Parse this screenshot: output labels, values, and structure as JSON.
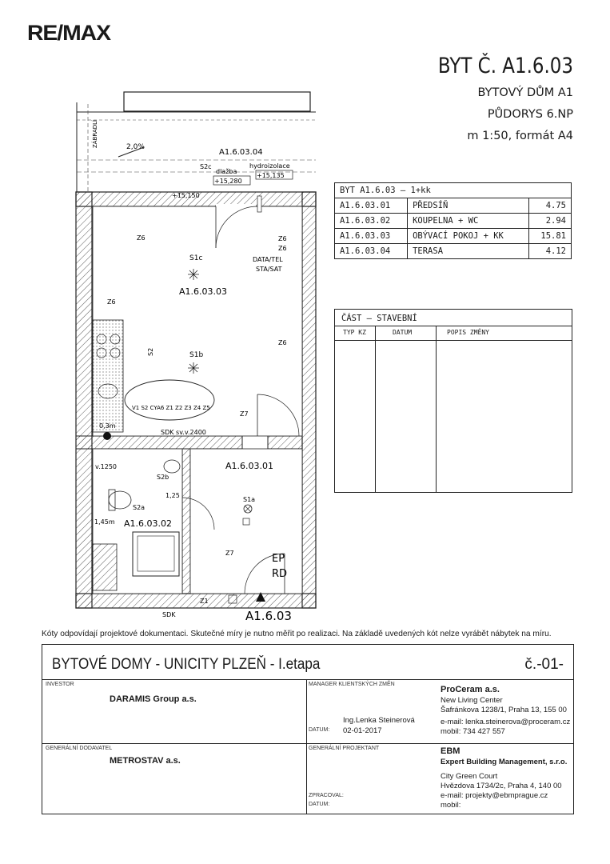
{
  "logo": "RE/MAX",
  "header": {
    "title": "BYT Č. A1.6.03",
    "building": "BYTOVÝ DŮM A1",
    "floor": "PŮDORYS 6.NP",
    "scale": "m 1:50,  formát A4"
  },
  "rooms_table": {
    "title": "BYT A1.6.03 – 1+kk",
    "rows": [
      {
        "code": "A1.6.03.01",
        "name": "PŘEDSÍŇ",
        "area": "4.75"
      },
      {
        "code": "A1.6.03.02",
        "name": "KOUPELNA + WC",
        "area": "2.94"
      },
      {
        "code": "A1.6.03.03",
        "name": "OBÝVACÍ POKOJ + KK",
        "area": "15.81"
      },
      {
        "code": "A1.6.03.04",
        "name": "TERASA",
        "area": "4.12"
      }
    ]
  },
  "changes_panel": {
    "title": "ČÁST – STAVEBNÍ",
    "columns": [
      "TYP KZ",
      "DATUM",
      "POPIS ZMĚNY"
    ]
  },
  "plan_labels": {
    "terrace": "A1.6.03.04",
    "living": "A1.6.03.03",
    "hall": "A1.6.03.01",
    "bath": "A1.6.03.02",
    "unit": "A1.6.03",
    "slope": "2,0%",
    "dlazba": "dlažba",
    "hydroizolace": "hydroizolace",
    "lvl1": "+15,280",
    "lvl2": "+15,135",
    "lvl3": "+15,150",
    "s2c": "S2c",
    "s1c": "S1c",
    "s1b": "S1b",
    "s1a": "S1a",
    "s2": "S2",
    "s2a": "S2a",
    "s2b": "S2b",
    "z6": "Z6",
    "z7": "Z7",
    "z1": "Z1",
    "data": "DATA/TEL",
    "sta": "STA/SAT",
    "sdk": "SDK",
    "sdk_sv": "SDK  sv.v.2400",
    "m03": "0,3m",
    "m145": "1,45m",
    "v1250": "v.1250",
    "h125": "1,25",
    "ep": "EP",
    "rd": "RD",
    "risers": "V1 S2 CYA6 Z1 Z2 Z3 Z4 Z5",
    "railing": "ZÁBRADLÍ"
  },
  "note": "Kóty odpovídají projektové dokumentaci. Skutečné míry je nutno měřit po realizaci. Na základě uvedených kót nelze vyrábět nábytek na míru.",
  "footer": {
    "project": "BYTOVÉ DOMY - UNICITY PLZEŇ - I.etapa",
    "sheet": "č.-01-",
    "investor_label": "INVESTOR",
    "investor": "DARAMIS Group a.s.",
    "manager_label": "MANAGER KLIENTSKÝCH ZMĚN",
    "manager_name": "Ing.Lenka Steinerová",
    "date_label": "DATUM:",
    "date": "02-01-2017",
    "proceram": {
      "name": "ProCeram a.s.",
      "line1": "New Living Center",
      "line2": "Šafránkova 1238/1, Praha 13, 155 00",
      "email": "e-mail:  lenka.steinerova@proceram.cz",
      "mobil": "mobil:   734 427 557"
    },
    "contractor_label": "GENERÁLNÍ DODAVATEL",
    "contractor": "METROSTAV a.s.",
    "designer_label": "GENERÁLNÍ PROJEKTANT",
    "zpracoval_label": "ZPRACOVAL:",
    "datum_label": "DATUM:",
    "ebm": {
      "name": "EBM",
      "full": "Expert Building Management, s.r.o.",
      "line1": "City Green Court",
      "line2": "Hvězdova 1734/2c, Praha 4, 140 00",
      "email": "e-mail: projekty@ebmprague.cz",
      "mobil": "mobil:"
    }
  }
}
